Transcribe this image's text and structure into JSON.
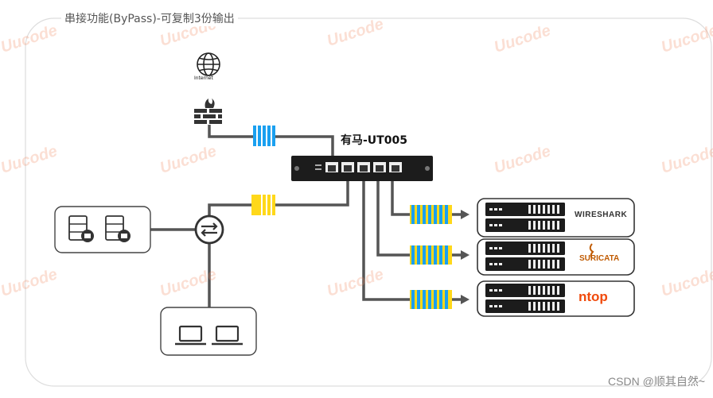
{
  "title": "串接功能(ByPass)-可复制3份输出",
  "device": {
    "name": "有马-UT005"
  },
  "internet_label": "Internet",
  "tools": [
    {
      "name": "WIRESHARK",
      "icon": "wireshark-logo"
    },
    {
      "name": "SURICATA",
      "icon": "suricata-logo"
    },
    {
      "name": "ntop",
      "icon": "ntop-logo"
    }
  ],
  "watermark": "Uucode",
  "credit": "CSDN @顺其自然~",
  "colors": {
    "blue": "#1aa0f0",
    "yellow": "#ffd81a",
    "line": "#555555",
    "device": "#1c1c1c"
  },
  "icons": [
    "globe-icon",
    "firewall-icon",
    "server-icon",
    "switch-icon",
    "laptop-icon",
    "server-rack-icon"
  ]
}
